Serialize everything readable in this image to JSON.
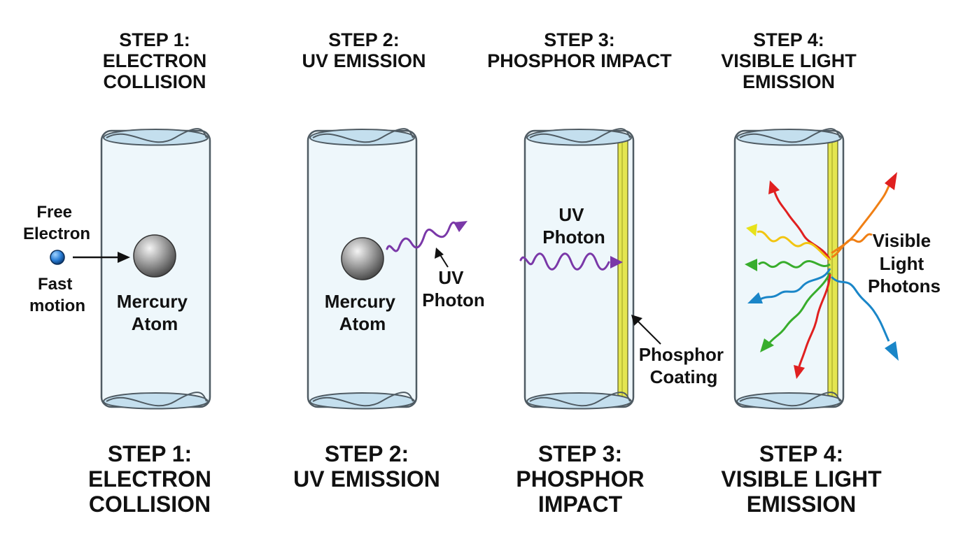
{
  "top_headings": [
    {
      "lines": [
        "STEP 1:",
        "ELECTRON",
        "COLLISION"
      ]
    },
    {
      "lines": [
        "STEP 2:",
        "UV EMISSION"
      ]
    },
    {
      "lines": [
        "STEP 3:",
        "PHOSPHOR IMPACT"
      ]
    },
    {
      "lines": [
        "STEP 4:",
        "VISIBLE LIGHT",
        "EMISSION"
      ]
    }
  ],
  "bottom_headings": [
    {
      "lines": [
        "STEP 1:",
        "ELECTRON",
        "COLLISION"
      ]
    },
    {
      "lines": [
        "STEP 2:",
        "UV EMISSION"
      ]
    },
    {
      "lines": [
        "STEP 3:",
        "PHOSPHOR",
        "IMPACT"
      ]
    },
    {
      "lines": [
        "STEP 4:",
        "VISIBLE LIGHT",
        "EMISSION"
      ]
    }
  ],
  "labels": {
    "free_electron": [
      "Free",
      "Electron"
    ],
    "fast_motion": [
      "Fast",
      "motion"
    ],
    "mercury_atom_1": [
      "Mercury",
      "Atom"
    ],
    "mercury_atom_2": [
      "Mercury",
      "Atom"
    ],
    "uv_photon_2": [
      "UV",
      "Photon"
    ],
    "uv_photon_3": [
      "UV",
      "Photon"
    ],
    "phosphor_coating": [
      "Phosphor",
      "Coating"
    ],
    "visible_light_photons": [
      "Visible",
      "Light",
      "Photons"
    ]
  },
  "colors": {
    "tube_fill": "#eef7fb",
    "tube_stroke": "#4f5b63",
    "tube_end": "#c4dfee",
    "phosphor": "#e4e650",
    "uv": "#7a38a8",
    "electron": "#2a7ed6",
    "rainbow": [
      "#e02020",
      "#f07f14",
      "#f2c512",
      "#e7e21a",
      "#38ad2c",
      "#1a86c8"
    ]
  }
}
